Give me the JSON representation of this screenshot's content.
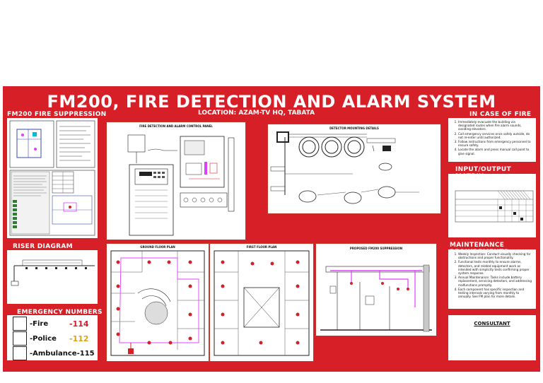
{
  "title": "FM200, FIRE DETECTION AND ALARM SYSTEM",
  "location": "LOCATION: AZAM-TV HQ, TABATA",
  "sections": {
    "fm200": "FM200 FIRE SUPPRESSION",
    "riser": "RISER DIAGRAM",
    "emergency": "EMERGENCY NUMBERS",
    "in_case": "IN CASE OF FIRE",
    "io_matrix": "INPUT/OUTPUT MATRIX",
    "maintenance": "MAINTENANCE REQUIREMENTS",
    "consultant": "CONSULTANT"
  },
  "emergency_numbers": [
    {
      "name": "-Fire",
      "number": "-114",
      "color": "#d61f26"
    },
    {
      "name": "-Police",
      "number": "-112",
      "color": "#d9a31a"
    },
    {
      "name": "-Ambulance-115",
      "number": "",
      "color": "#111111"
    }
  ],
  "in_case_of_fire": [
    "Immediately evacuate the building via designated routes when fire alarm sounds, avoiding elevators.",
    "Call emergency services once safely outside, do not re-enter until authorized.",
    "Follow instructions from emergency personnel to ensure safety.",
    "Locate the alarm and press manual call point to give signal."
  ],
  "maintenance": [
    "Weekly Inspection: Conduct visually checking for obstructions and proper functionality.",
    "Functional tests monthly to ensure alarms, detectors, and related equipment work as intended with simplicity tests confirming proper system response.",
    "Annual Maintenance: Tasks include battery replacement, servicing detectors, and addressing malfunctions promptly.",
    "Each component has specific inspection and testing intervals varying from monthly to annually. See FM plan for more details."
  ],
  "drawing_titles": {
    "panel": "FIRE DETECTION AND ALARM CONTROL PANEL",
    "detectors": "DETECTOR MOUNTING DETAILS",
    "ground": "GROUND FLOOR PLAN",
    "first": "FIRST FLOOR PLAN",
    "section": "PROPOSED FM200 SUPPRESSION"
  },
  "colors": {
    "board": "#d61f26",
    "accent_magenta": "#e040fb",
    "drawing_red": "#d61f26"
  }
}
